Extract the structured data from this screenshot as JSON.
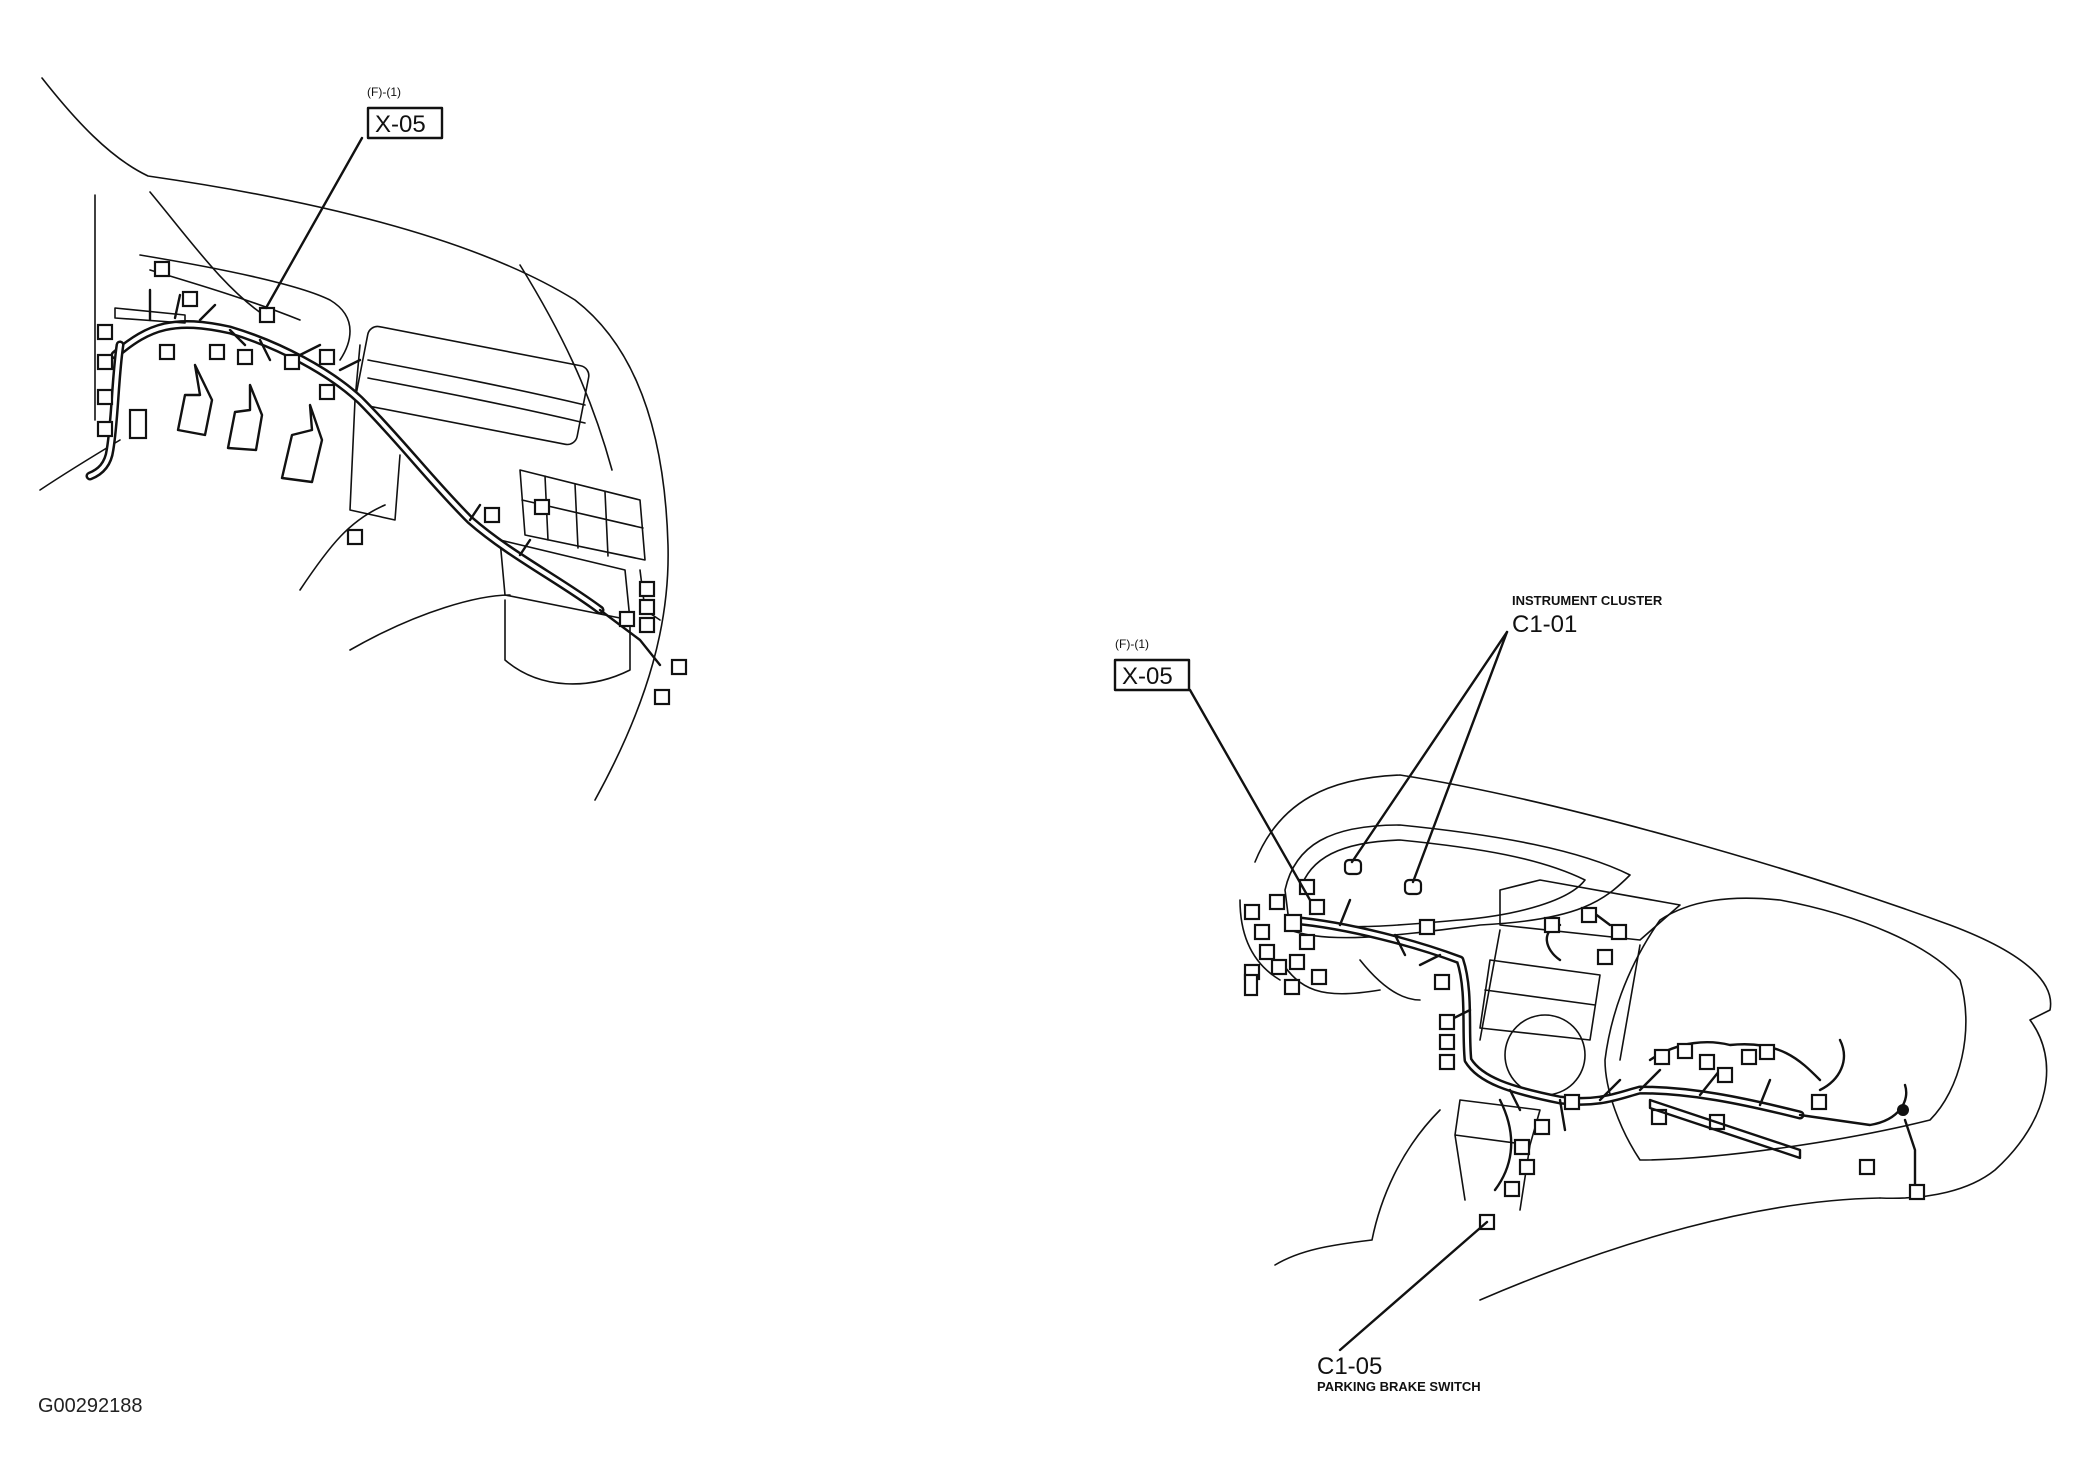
{
  "figure_id": "G00292188",
  "left_view": {
    "connector": {
      "code": "X-05",
      "ref": "(F)-(1)"
    }
  },
  "right_view": {
    "connector_x05": {
      "code": "X-05",
      "ref": "(F)-(1)"
    },
    "connector_c101": {
      "code": "C1-01",
      "name": "INSTRUMENT CLUSTER"
    },
    "connector_c105": {
      "code": "C1-05",
      "name": "PARKING BRAKE SWITCH"
    }
  }
}
